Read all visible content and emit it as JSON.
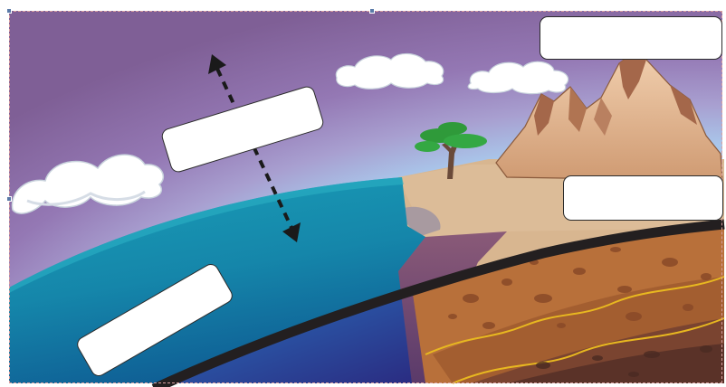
{
  "diagram": {
    "labels": [
      {
        "id": "atmosphere",
        "text": ""
      },
      {
        "id": "hydrosphere",
        "text": ""
      },
      {
        "id": "sky-top-right",
        "text": ""
      },
      {
        "id": "lithosphere-right",
        "text": ""
      }
    ],
    "icons": [
      "dashed-double-arrow-icon",
      "cloud-icon",
      "tree-icon",
      "mountain-icon"
    ],
    "colors": {
      "sky_top": "#7f5f96",
      "sky": "#9cc8ee",
      "ocean": "#1793ad",
      "ocean_deep": "#2a2a8a",
      "land": "#d8b690",
      "crust": "#231f20",
      "mantle": "#b8703a",
      "layer_line": "#e8b820"
    }
  }
}
